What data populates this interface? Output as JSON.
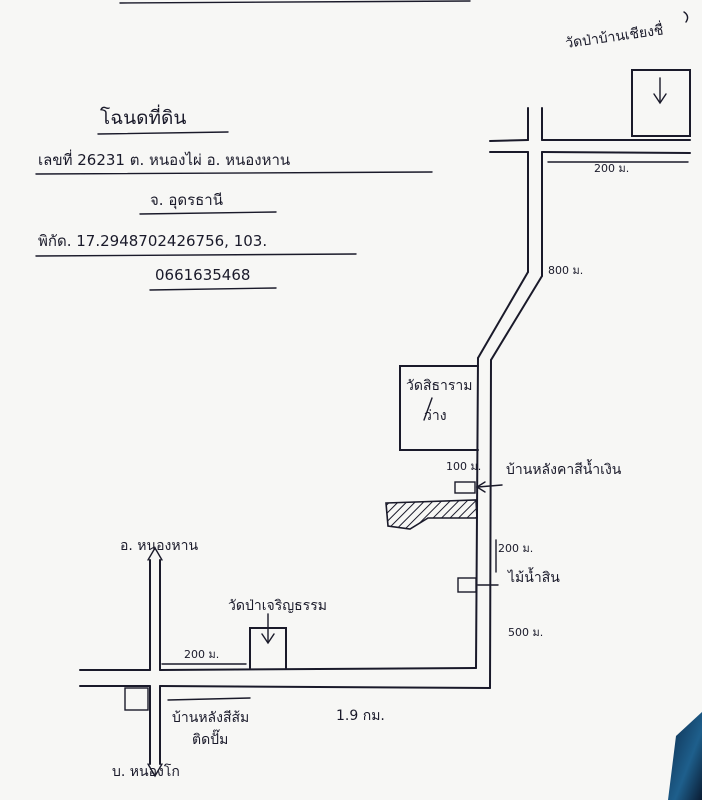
{
  "header": {
    "title": "โฉนดที่ดิน",
    "line1": "เลขที่ 26231 ต. หนองไผ่ อ. หนองหาน",
    "line2": "จ. อุดรธานี",
    "line3": "พิกัด. 17.2948702426756, 103.",
    "line4": "0661635468"
  },
  "landmarks": {
    "top_temple": "วัดป่าบ้านเชียงชื่",
    "temple_box_line1": "วัดสิธาราม",
    "temple_box_line2": "ว่าง",
    "blue_roof_house": "บ้านหลังคาสีน้ำเงิน",
    "marker_2": "ไม้น้ำสิน",
    "district_north": "อ. หนองหาน",
    "bottom_temple": "วัดป่าเจริญธรรม",
    "corner_house_line1": "บ้านหลังสีส้ม",
    "corner_house_line2": "ติดปั๊ม",
    "village_south": "บ. หนองโก"
  },
  "distances": {
    "top_right": "200 ม.",
    "diagonal": "800 ม.",
    "to_house": "100 ม.",
    "mid_right": "200 ม.",
    "lower_right": "500 ม.",
    "bottom_left": "200 ม.",
    "bottom_road": "1.9 กม."
  },
  "colors": {
    "ink": "#1a1a2a",
    "paper": "#f7f7f5"
  }
}
